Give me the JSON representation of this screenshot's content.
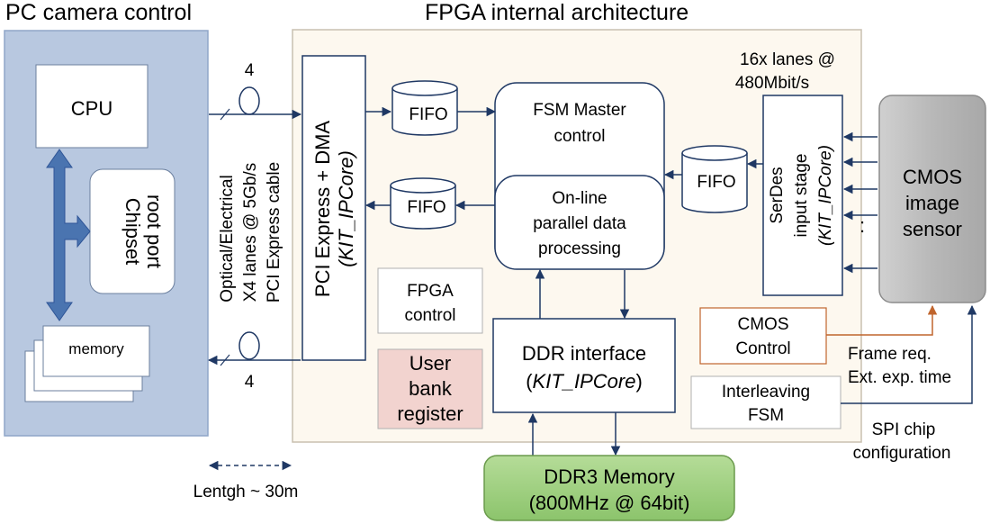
{
  "titles": {
    "left": "PC camera control",
    "center": "FPGA internal architecture"
  },
  "pc": {
    "cpu": "CPU",
    "chipset_line1": "Chipset",
    "chipset_line2": "root port",
    "memory": "memory"
  },
  "link": {
    "lanes_top": "4",
    "lanes_bottom": "4",
    "cable_line1": "Optical/Electrical",
    "cable_line2": "X4 lanes @ 5Gb/s",
    "cable_line3": "PCI Express cable",
    "length": "Lentgh ~ 30m"
  },
  "fpga": {
    "pcie_line1": "PCI Express + DMA",
    "pcie_line2": "(KIT_IPCore)",
    "fifo_top": "FIFO",
    "fifo_bottom": "FIFO",
    "fifo_right": "FIFO",
    "fsm_line1": "FSM Master",
    "fsm_line2": "control",
    "online_line1": "On-line",
    "online_line2": "parallel data",
    "online_line3": "processing",
    "fpga_control_line1": "FPGA",
    "fpga_control_line2": "control",
    "user_line1": "User",
    "user_line2": "bank",
    "user_line3": "register",
    "ddr_line1": "DDR interface",
    "ddr_line2_pre": "(",
    "ddr_line2_core": "KIT_IPCore",
    "ddr_line2_post": ")",
    "lanes_line1": "16x lanes @",
    "lanes_line2": "480Mbit/s",
    "serdes_line1": "SerDes",
    "serdes_line2": "input stage",
    "serdes_line3": "(KIT_IPCore)",
    "cmos_control_line1": "CMOS",
    "cmos_control_line2": "Control",
    "interleave_line1": "Interleaving",
    "interleave_line2": "FSM"
  },
  "sensor": {
    "line1": "CMOS",
    "line2": "image",
    "line3": "sensor",
    "dots": ":"
  },
  "signals": {
    "frame_req": "Frame req.",
    "ext_exp": "Ext. exp. time",
    "spi_line1": "SPI chip",
    "spi_line2": "configuration"
  },
  "ddr3": {
    "line1": "DDR3 Memory",
    "line2": "(800MHz @ 64bit)"
  },
  "colors": {
    "pc_panel": "#b8c8e0",
    "fpga_panel": "#fdf8ef",
    "user_bank": "#f2d3cf",
    "ddr3": "#9fcf7f",
    "sensor": "#bfbfbf",
    "arrow_blue": "#1f3864",
    "arrow_orange": "#c0652d",
    "bus_blue": "#4a74b0"
  }
}
